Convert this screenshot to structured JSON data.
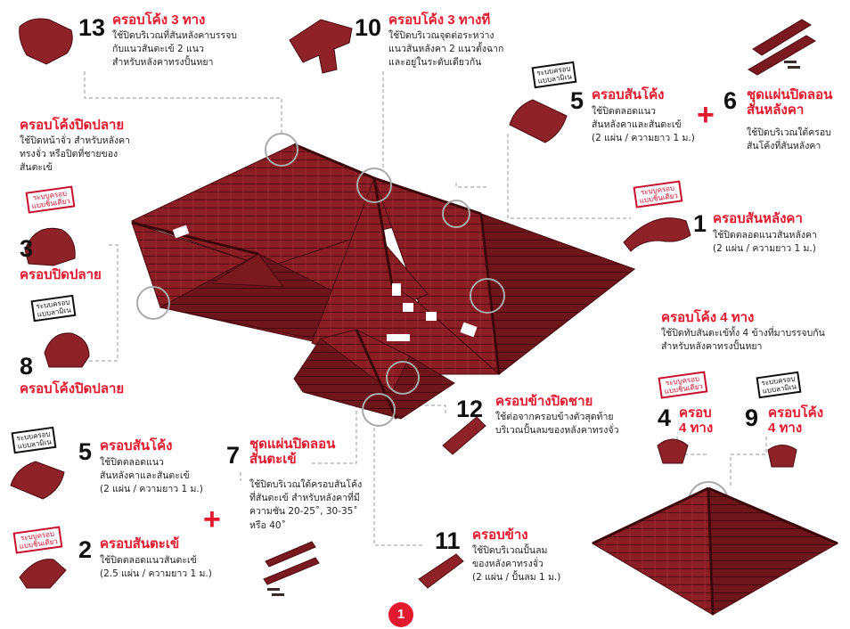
{
  "items": {
    "i13": {
      "num": "13",
      "title": "ครอบโค้ง 3 ทาง",
      "desc": "ใช้ปิดบริเวณที่สันหลังคาบรรจบ\nกับแนวสันตะเข้ 2 แนว\nสำหรับหลังคาทรงปั้นหยา"
    },
    "i10": {
      "num": "10",
      "title": "ครอบโค้ง 3 ทางที",
      "desc": "ใช้ปิดบริเวณจุดต่อระหว่าง\nแนวสันหลังคา 2 แนวตั้งฉาก\nและอยู่ในระดับเดียวกัน"
    },
    "end_cap": {
      "title": "ครอบโค้งปิดปลาย",
      "desc": "ใช้ปิดหน้าจั่ว สำหรับหลังคา\nทรงจั่ว หรือปิดที่ชายของ\nสันตะเข้"
    },
    "i5_top": {
      "num": "5",
      "title": "ครอบสันโค้ง",
      "desc": "ใช้ปิดตลอดแนว\nสันหลังคาและสันตะเข้\n(2 แผ่น / ความยาว 1 ม.)"
    },
    "i6": {
      "num": "6",
      "title": "ชุดแผ่นปิดลอน\nสันหลังคา",
      "desc": "ใช้ปิดบริเวณใต้ครอบ\nสันโค้งที่สันหลังคา"
    },
    "i1": {
      "num": "1",
      "title": "ครอบสันหลังคา",
      "desc": "ใช้ปิดตลอดแนวสันหลังคา\n(2 แผ่น / ความยาว 1 ม.)"
    },
    "i3": {
      "num": "3",
      "title": "ครอบปิดปลาย"
    },
    "i8": {
      "num": "8",
      "title": "ครอบโค้งปิดปลาย"
    },
    "i4way": {
      "title": "ครอบโค้ง 4 ทาง",
      "desc": "ใช้ปิดทับสันตะเข้ทั้ง 4 ข้างที่มาบรรจบกัน\nสำหรับหลังคาทรงปั้นหยา"
    },
    "i4": {
      "num": "4",
      "title": "ครอบ\n4 ทาง"
    },
    "i9": {
      "num": "9",
      "title": "ครอบโค้ง\n4 ทาง"
    },
    "i12": {
      "num": "12",
      "title": "ครอบข้างปิดชาย",
      "desc": "ใช้ต่อจากครอบข้างตัวสุดท้าย\nบริเวณปั้นลมของหลังคาทรงจั่ว"
    },
    "i5_bot": {
      "num": "5",
      "title": "ครอบสันโค้ง",
      "desc": "ใช้ปิดตลอดแนว\nสันหลังคาและสันตะเข้\n(2 แผ่น / ความยาว 1 ม.)"
    },
    "i2": {
      "num": "2",
      "title": "ครอบสันตะเข้",
      "desc": "ใช้ปิดตลอดแนวสันตะเข้\n(2.5 แผ่น / ความยาว 1 ม.)"
    },
    "i7": {
      "num": "7",
      "title": "ชุดแผ่นปิดลอน\nสันตะเข้",
      "desc": "ใช้ปิดบริเวณใต้ครอบสันโค้ง\nที่สันตะเข้ สำหรับหลังคาที่มี\nความชัน 20-25˚, 30-35˚\nหรือ 40˚"
    },
    "i11": {
      "num": "11",
      "title": "ครอบข้าง",
      "desc": "ใช้ปิดบริเวณปั้นลม\nของหลังคาทรงจั่ว\n(2 แผ่น / ปั้นลม 1 ม.)"
    }
  },
  "stamps": {
    "s5t": "ระบบครอบ\nแบบลามิเน",
    "s1": "ระบบครอบ\nแบบชิ้นเดียว",
    "s3": "ระบบครอบ\nแบบชิ้นเดียว",
    "s8": "ระบบครอบ\nแบบลามิเน",
    "s4": "ระบบครอบ\nแบบชิ้นเดียว",
    "s9": "ระบบครอบ\nแบบลามิเน",
    "s5b": "ระบบครอบ\nแบบลามิเน",
    "s2": "ระบบครอบ\nแบบชิ้นเดียว"
  },
  "plus_sign": "+",
  "page_badge": "1",
  "colors": {
    "roof": "#8b1e24",
    "roof_dark": "#5e1016",
    "accent": "#e3192e"
  }
}
